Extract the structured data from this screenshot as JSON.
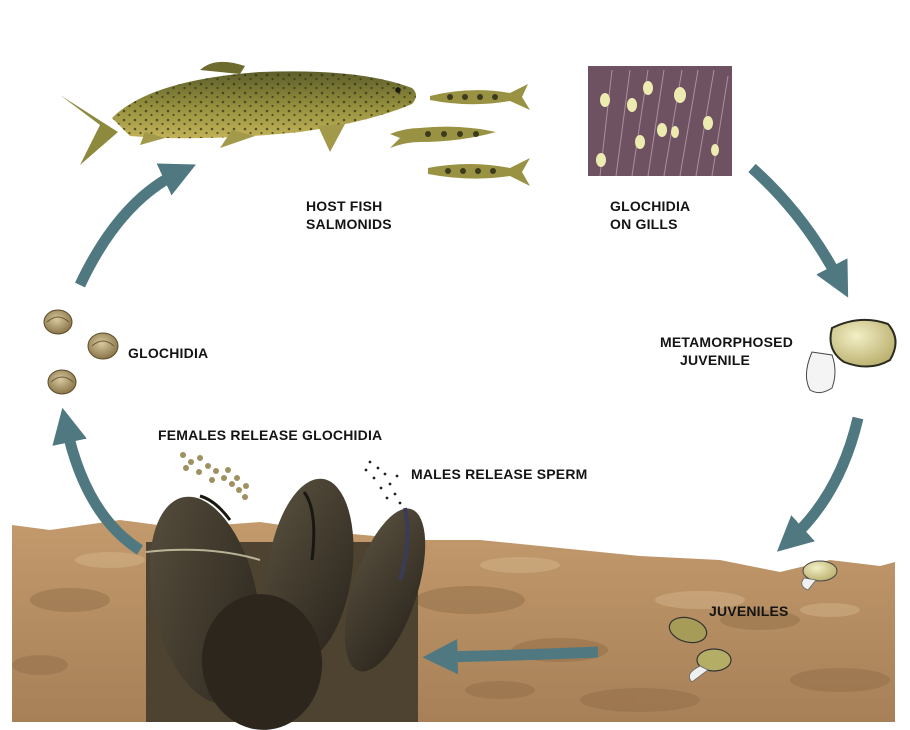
{
  "labels": {
    "host_fish": [
      "HOST FISH",
      "SALMONIDS"
    ],
    "glochidia_gills": [
      "GLOCHIDIA",
      "ON GILLS"
    ],
    "metamorphosed": [
      "METAMORPHOSED",
      "JUVENILE"
    ],
    "juveniles": "JUVENILES",
    "females": "FEMALES RELEASE GLOCHIDIA",
    "males": "MALES RELEASE SPERM",
    "glochidia": "GLOCHIDIA"
  },
  "colors": {
    "arrow": "#4f7880",
    "background": "#ffffff",
    "riverbed": "#b48a5a",
    "fish_body": "#8d8a3e",
    "mussel_shell": "#3a3228",
    "gill_background": "#7a5d6c",
    "glochidia_dot": "#e8e7a0"
  },
  "icons": {
    "arrow": "curved-cycle-arrow",
    "fish": "salmonid-fish",
    "mussel": "freshwater-pearl-mussel",
    "gill": "gill-filaments-photo"
  }
}
